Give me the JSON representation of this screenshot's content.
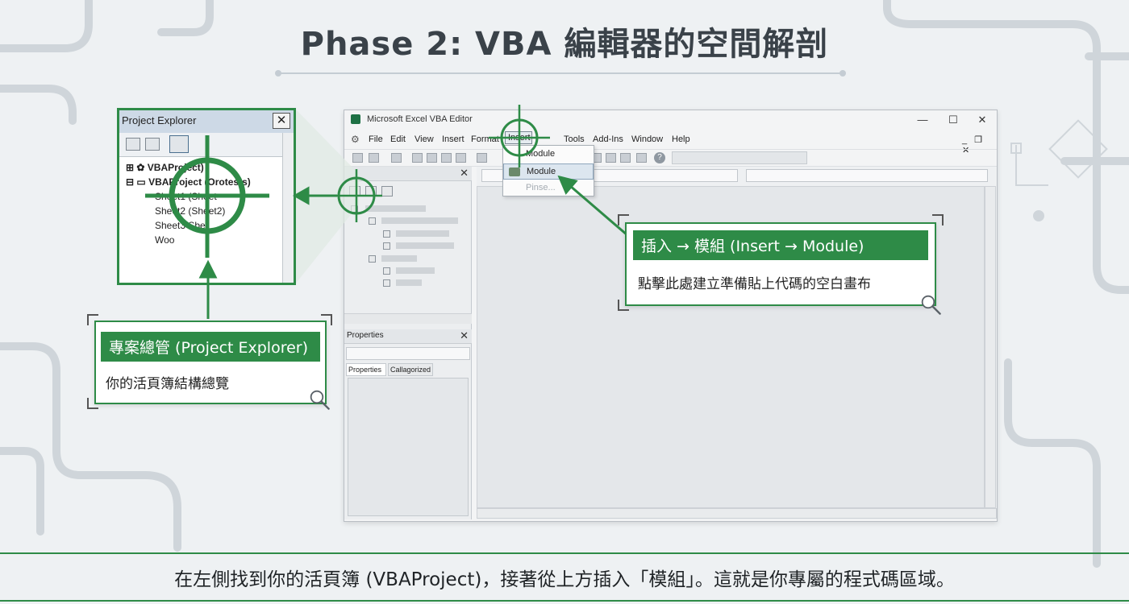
{
  "title": "Phase 2: VBA 編輯器的空間解剖",
  "vba_window": {
    "title": "Microsoft Excel VBA Editor",
    "minimize": "—",
    "maximize": "☐",
    "close": "✕",
    "menu": [
      "File",
      "Edit",
      "View",
      "Insert",
      "Format",
      "Insert",
      "Tools",
      "Add-Ins",
      "Window",
      "Help"
    ],
    "menu_right": "_ ❐ ✕",
    "properties_label": "Properties",
    "properties_tab": "Properties",
    "categorized_tab": "Callagorized",
    "pane_close": "✕"
  },
  "dropdown": {
    "items": [
      "Module",
      "Module",
      "Pinse..."
    ]
  },
  "project_explorer": {
    "title": "Project Explorer",
    "close": "✕",
    "tree": [
      "VBAProject)",
      "VBAProject (Orotests)",
      "Sheet1 (Sheet",
      "Sheet2 (Sheet2)",
      "Sheet3 Sbet",
      "Woo"
    ]
  },
  "callout_insert": {
    "heading": "插入 → 模組 (Insert → Module)",
    "body": "點擊此處建立準備貼上代碼的空白畫布"
  },
  "callout_pe": {
    "heading": "專案總管 (Project Explorer)",
    "body": "你的活頁簿結構總覽"
  },
  "footer": "在左側找到你的活頁簿 (VBAProject)，接著從上方插入「模組」。這就是你專屬的程式碼區域。",
  "colors": {
    "accent": "#2e8b47",
    "background": "#eef1f3"
  }
}
